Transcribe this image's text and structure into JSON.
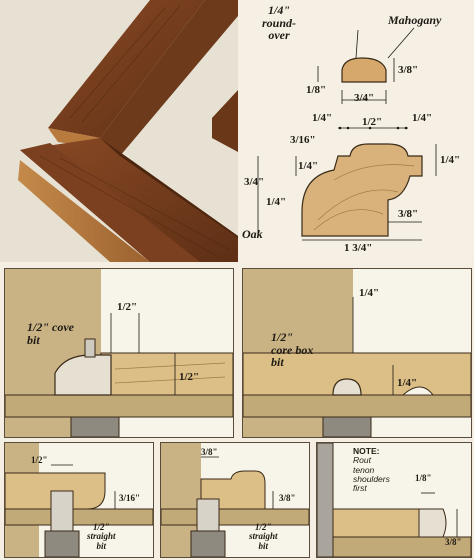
{
  "profile": {
    "labels": {
      "roundover_line1": "1/4\"",
      "roundover_line2": "round-",
      "roundover_line3": "over",
      "mahogany": "Mahogany",
      "oak": "Oak"
    },
    "dims": {
      "d_3_8_top": "3/8\"",
      "d_1_8": "1/8\"",
      "d_3_4_top": "3/4\"",
      "d_1_4_left": "1/4\"",
      "d_1_2": "1/2\"",
      "d_1_4_right": "1/4\"",
      "d_3_16": "3/16\"",
      "d_1_4_side": "1/4\"",
      "d_3_4_left": "3/4\"",
      "d_1_4_lower": "1/4\"",
      "d_1_4_rside": "1/4\"",
      "d_3_8_bottom": "3/8\"",
      "d_1_3_4": "1 3/4\""
    }
  },
  "panel1": {
    "bit_line1": "1/2\" cove",
    "bit_line2": "bit",
    "d_top": "1/2\"",
    "d_side": "1/2\""
  },
  "panel2": {
    "bit_line1": "1/2\"",
    "bit_line2": "core box",
    "bit_line3": "bit",
    "d_top": "1/4\"",
    "d_side": "1/4\""
  },
  "panel3": {
    "d_top": "1/2\"",
    "d_side": "3/16\"",
    "bit_line1": "1/2\"",
    "bit_line2": "straight",
    "bit_line3": "bit"
  },
  "panel4": {
    "d_top": "3/8\"",
    "d_side": "3/8\"",
    "bit_line1": "1/2\"",
    "bit_line2": "straight",
    "bit_line3": "bit"
  },
  "panel5": {
    "note_title": "NOTE:",
    "note_line1": "Rout",
    "note_line2": "tenon",
    "note_line3": "shoulders",
    "note_line4": "first",
    "d_top": "1/8\"",
    "d_side": "3/8\""
  }
}
